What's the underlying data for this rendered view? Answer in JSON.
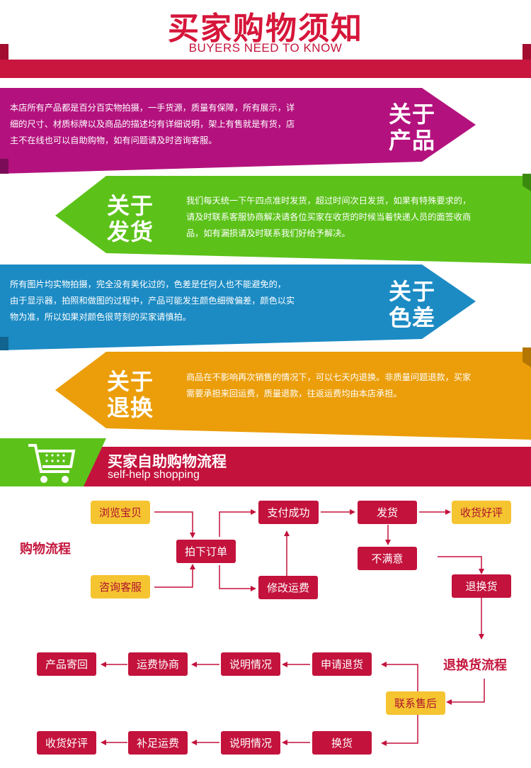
{
  "header": {
    "title": "买家购物须知",
    "subtitle": "BUYERS NEED TO KNOW"
  },
  "notices": [
    {
      "label": [
        "关于",
        "产品"
      ],
      "lines": [
        "本店所有产品都是百分百实物拍摄，一手货源，质量有保障，所有展示，详",
        "细的尺寸、材质标牌以及商品的描述均有详细说明，架上有售就是有货，店",
        "主不在线也可以自助购物，如有问题请及时咨询客服。"
      ]
    },
    {
      "label": [
        "关于",
        "发货"
      ],
      "lines": [
        "我们每天统一下午四点准时发货，超过时间次日发货，如果有特殊要求的，",
        "请及时联系客服协商解决请各位买家在收货的时候当着快递人员的面签收商",
        "品，如有漏损请及时联系我们好给予解决。"
      ]
    },
    {
      "label": [
        "关于",
        "色差"
      ],
      "lines": [
        "所有图片均实物拍摄，完全没有美化过的，色差是任何人也不能避免的，",
        "由于显示器，拍照和做图的过程中，产品可能发生颜色细微偏差，颜色以实",
        "物为准，所以如果对颜色很苛刻的买家请慎拍。"
      ]
    },
    {
      "label": [
        "关于",
        "退换"
      ],
      "lines": [
        "商品在不影响再次销售的情况下，可以七天内退换。非质量问题退款，买家",
        "需要承担来回运费，质量退款，往返运费均由本店承担。"
      ]
    }
  ],
  "section2": {
    "title": "买家自助购物流程",
    "subtitle": "self-help shopping"
  },
  "flow": {
    "label_shopping": "购物流程",
    "label_return": "退换货流程",
    "browse": "浏览宝贝",
    "consult": "咨询客服",
    "order": "拍下订单",
    "pay": "支付成功",
    "modify": "修改运费",
    "ship": "发货",
    "receive": "收货好评",
    "unsatisfied": "不满意",
    "exchange_return": "退换货",
    "contact": "联系售后",
    "apply_return": "申请退货",
    "explain1": "说明情况",
    "negotiate": "运费协商",
    "send_back": "产品寄回",
    "exchange": "换货",
    "explain2": "说明情况",
    "pay_freight": "补足运费",
    "receive2": "收货好评"
  },
  "colors": {
    "red": "#c3123c",
    "magenta": "#b3127e",
    "green": "#5cc21a",
    "blue": "#1c8bc4",
    "orange": "#eb9e0a",
    "yellow": "#f5c431"
  }
}
